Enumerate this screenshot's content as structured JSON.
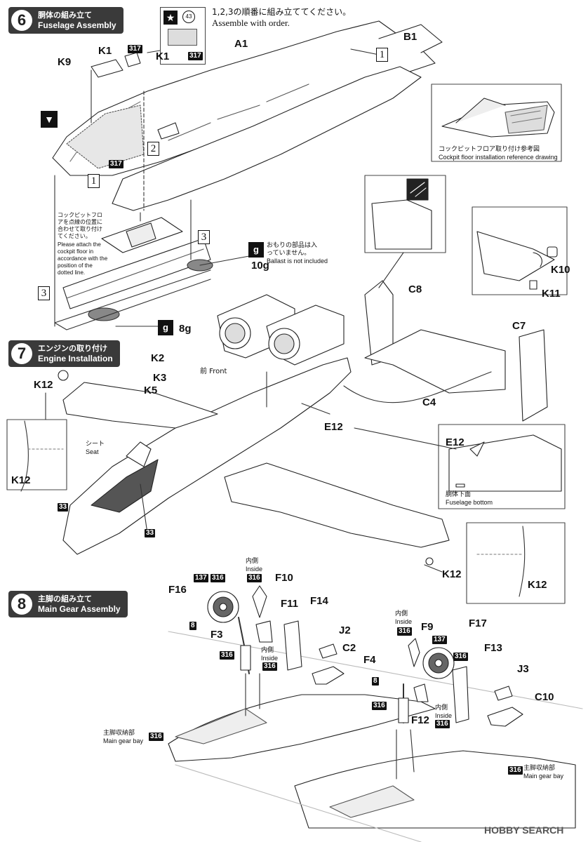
{
  "steps": [
    {
      "number": "6",
      "title_jp": "胴体の組み立て",
      "title_en": "Fuselage Assembly"
    },
    {
      "number": "7",
      "title_jp": "エンジンの取り付け",
      "title_en": "Engine Installation"
    },
    {
      "number": "8",
      "title_jp": "主脚の組み立て",
      "title_en": "Main Gear Assembly"
    }
  ],
  "order_note": {
    "jp": "1,2,3の順番に組み立ててください。",
    "en": "Assemble with order."
  },
  "decal_number": "43",
  "order_numbers": [
    "1",
    "2",
    "3"
  ],
  "cockpit_floor_note": {
    "jp": "コックピットフロアを点線の位置に合わせて取り付けてください。",
    "en": "Please attach the cockpit floor in accordance with the position of the dotted line."
  },
  "cockpit_ref": {
    "jp": "コックピットフロア取り付け参考図",
    "en": "Cockpit floor installation reference drawing"
  },
  "ballast": {
    "jp": "おもりの部品は入っていません。",
    "en": "Ballast is not included",
    "w1": "10g",
    "w2": "8g",
    "icon": "ballast-weight-icon"
  },
  "front_label": "前 Front",
  "seat_label": {
    "jp": "シート",
    "en": "Seat"
  },
  "fuselage_bottom": {
    "jp": "胴体下面",
    "en": "Fuselage bottom"
  },
  "inside_label": {
    "jp": "内側",
    "en": "Inside"
  },
  "gear_bay": {
    "jp": "主脚収納部",
    "en": "Main gear bay"
  },
  "parts": {
    "A1": "A1",
    "B1": "B1",
    "K1": "K1",
    "K9": "K9",
    "K2": "K2",
    "K3": "K3",
    "K5": "K5",
    "K10": "K10",
    "K11": "K11",
    "K12": "K12",
    "C8": "C8",
    "C7": "C7",
    "C4": "C4",
    "E12": "E12",
    "F16": "F16",
    "F10": "F10",
    "F11": "F11",
    "F14": "F14",
    "F3": "F3",
    "J2": "J2",
    "C2": "C2",
    "F9": "F9",
    "F17": "F17",
    "F13": "F13",
    "F4": "F4",
    "F12": "F12",
    "J3": "J3",
    "C10": "C10"
  },
  "paint": {
    "c317": "317",
    "c33": "33",
    "c137": "137",
    "c316": "316",
    "c8": "8"
  },
  "watermark": "HOBBY SEARCH"
}
